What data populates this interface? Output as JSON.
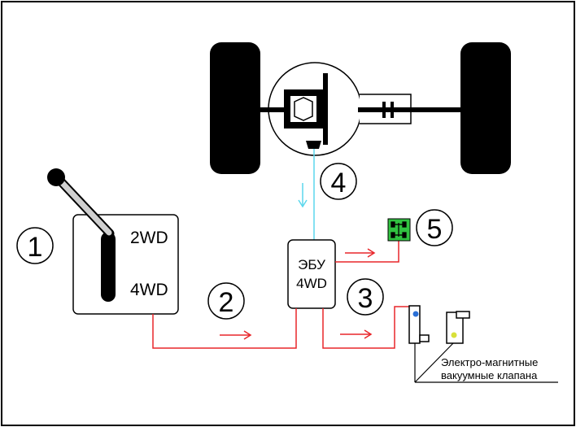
{
  "labels": {
    "n1": "1",
    "n2": "2",
    "n3": "3",
    "n4": "4",
    "n5": "5",
    "gear_2wd": "2WD",
    "gear_4wd": "4WD",
    "ecu_line1": "ЭБУ",
    "ecu_line2": "4WD",
    "valves_line1": "Электро-магнитные",
    "valves_line2": "вакуумные клапана"
  },
  "colors": {
    "wire_red": "#e8262a",
    "sensor_cyan": "#5bd7ec",
    "indicator_green": "#31c241",
    "valve_blue_dot": "#2a6fd6",
    "valve_yellow_dot": "#d8e03a",
    "outline": "#000000"
  }
}
